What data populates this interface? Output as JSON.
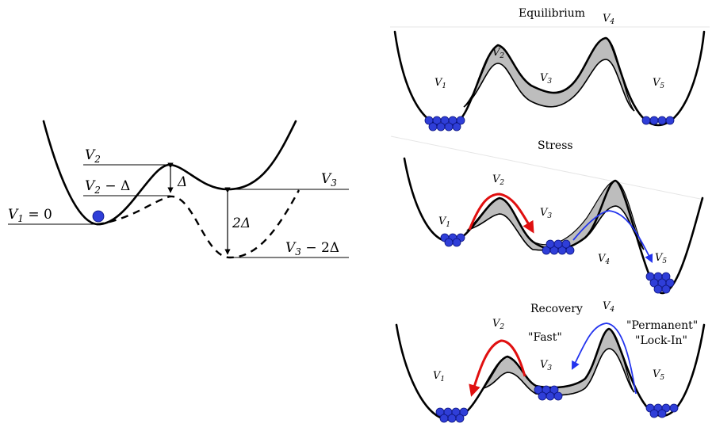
{
  "left_diagram": {
    "v1": "V",
    "v1_sub": "1",
    "v1_eq": " = 0",
    "v2": "V",
    "v2_sub": "2",
    "v2_minus": "V",
    "v2_minus_sub": "2",
    "v2_minus_tail": " − Δ",
    "delta": "Δ",
    "two_delta": "2Δ",
    "v3": "V",
    "v3_sub": "3",
    "v3_minus": "V",
    "v3_minus_sub": "3",
    "v3_minus_tail": " − 2Δ"
  },
  "panels": {
    "equilibrium": {
      "title": "Equilibrium",
      "v1": "V",
      "v1_sub": "1",
      "v2": "V",
      "v2_sub": "2",
      "v3": "V",
      "v3_sub": "3",
      "v4": "V",
      "v4_sub": "4",
      "v5": "V",
      "v5_sub": "5"
    },
    "stress": {
      "title": "Stress",
      "v1": "V",
      "v1_sub": "1",
      "v2": "V",
      "v2_sub": "2",
      "v3": "V",
      "v3_sub": "3",
      "v4": "V",
      "v4_sub": "4",
      "v5": "V",
      "v5_sub": "5"
    },
    "recovery": {
      "title": "Recovery",
      "v1": "V",
      "v1_sub": "1",
      "v2": "V",
      "v2_sub": "2",
      "v3": "V",
      "v3_sub": "3",
      "v4": "V",
      "v4_sub": "4",
      "v5": "V",
      "v5_sub": "5",
      "fast": "\"Fast\"",
      "permanent": "\"Permanent\"",
      "lockin": "\"Lock-In\""
    }
  },
  "colors": {
    "ball": "#2f3ed8",
    "red_arrow": "#e01010",
    "blue_arrow": "#2233ee",
    "gray_fill": "#bdbdbd"
  }
}
